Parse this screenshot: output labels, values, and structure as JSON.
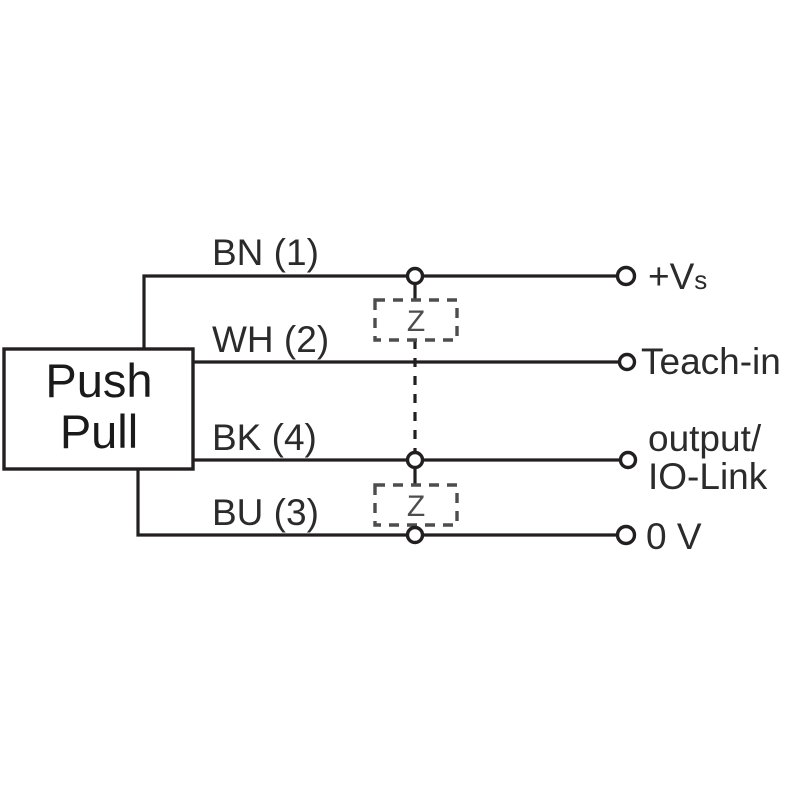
{
  "diagram": {
    "title": "Push Pull wiring diagram",
    "type": "electrical-wiring-schematic",
    "background_color": "#ffffff",
    "line_color": "#231f20",
    "text_color": "#2b2b2b",
    "z_element_color": "#4d4d4d"
  },
  "device": {
    "label_line1": "Push",
    "label_line2": "Pull"
  },
  "wires": [
    {
      "label": "BN (1)",
      "color_code": "BN",
      "pin": "1",
      "terminal": "+Vs"
    },
    {
      "label": "WH (2)",
      "color_code": "WH",
      "pin": "2",
      "terminal": "Teach-in"
    },
    {
      "label": "BK (4)",
      "color_code": "BK",
      "pin": "4",
      "terminal": "output/IO-Link"
    },
    {
      "label": "BU (3)",
      "color_code": "BU",
      "pin": "3",
      "terminal": "0 V"
    }
  ],
  "terminals": [
    {
      "name": "supply-positive",
      "text": "+V",
      "subscript": "s"
    },
    {
      "name": "teach-in",
      "text": "Teach-in",
      "subscript": ""
    },
    {
      "name": "output-io-link",
      "text_line1": "output/",
      "text_line2": "IO-Link"
    },
    {
      "name": "ground",
      "text": "0 V",
      "subscript": ""
    }
  ],
  "protection_elements": [
    {
      "label": "Z",
      "name": "suppressor-diode-upper"
    },
    {
      "label": "Z",
      "name": "suppressor-diode-lower"
    }
  ]
}
